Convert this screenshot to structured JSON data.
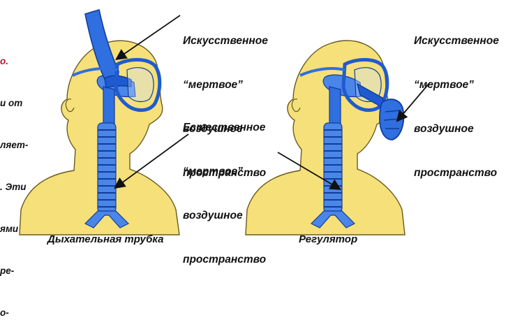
{
  "fragment": {
    "lines": [
      "о.",
      "и от",
      "ляет-",
      ". Эти",
      "ями",
      "ре-",
      "о-"
    ],
    "first_line_color": "#c0102a"
  },
  "labels": {
    "left_artificial": [
      "Искусственное",
      "“мертвое”",
      "воздушное",
      "пространство"
    ],
    "natural": [
      "Естественное",
      "“мертвое”",
      "воздушное",
      "пространство"
    ],
    "right_artificial": [
      "Искусственное",
      "“мертвое”",
      "воздушное",
      "пространство"
    ]
  },
  "captions": {
    "left": "Дыхательная трубка",
    "right": "Регулятор"
  },
  "colors": {
    "skin": "#f5e07a",
    "skin_outline": "#6a5a1e",
    "equipment": "#2f6fe0",
    "equipment_dark": "#123c9a",
    "airway": "#4a86e8",
    "text": "#111111"
  }
}
